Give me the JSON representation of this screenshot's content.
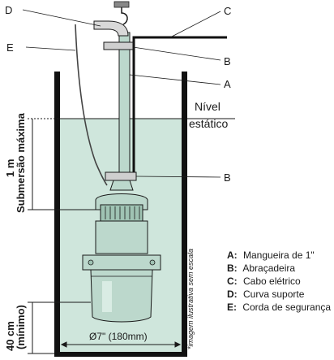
{
  "callouts": {
    "top_left": "D",
    "mid_left": "E",
    "top_right": "C",
    "right_1": "B",
    "right_2": "A",
    "right_3": "B"
  },
  "static_level": {
    "line1": "Nível",
    "line2": "estático"
  },
  "dimensions": {
    "max_submersion_value": "1 m",
    "max_submersion_label": "Submersão máxima",
    "min_depth_value": "40 cm",
    "min_depth_label": "(mínimo)",
    "diameter": "Ø7\" (180mm)"
  },
  "disclaimer": "*imagem ilustrativa sem escala",
  "legend": [
    {
      "key": "A:",
      "text": "Mangueira de 1\""
    },
    {
      "key": "B:",
      "text": "Abraçadeira"
    },
    {
      "key": "C:",
      "text": "Cabo elétrico"
    },
    {
      "key": "D:",
      "text": "Curva suporte"
    },
    {
      "key": "E:",
      "text": "Corda de segurança"
    }
  ],
  "colors": {
    "water": "#cfe6dc",
    "pump": "#bcd8cc",
    "line": "#1a1a1a"
  }
}
